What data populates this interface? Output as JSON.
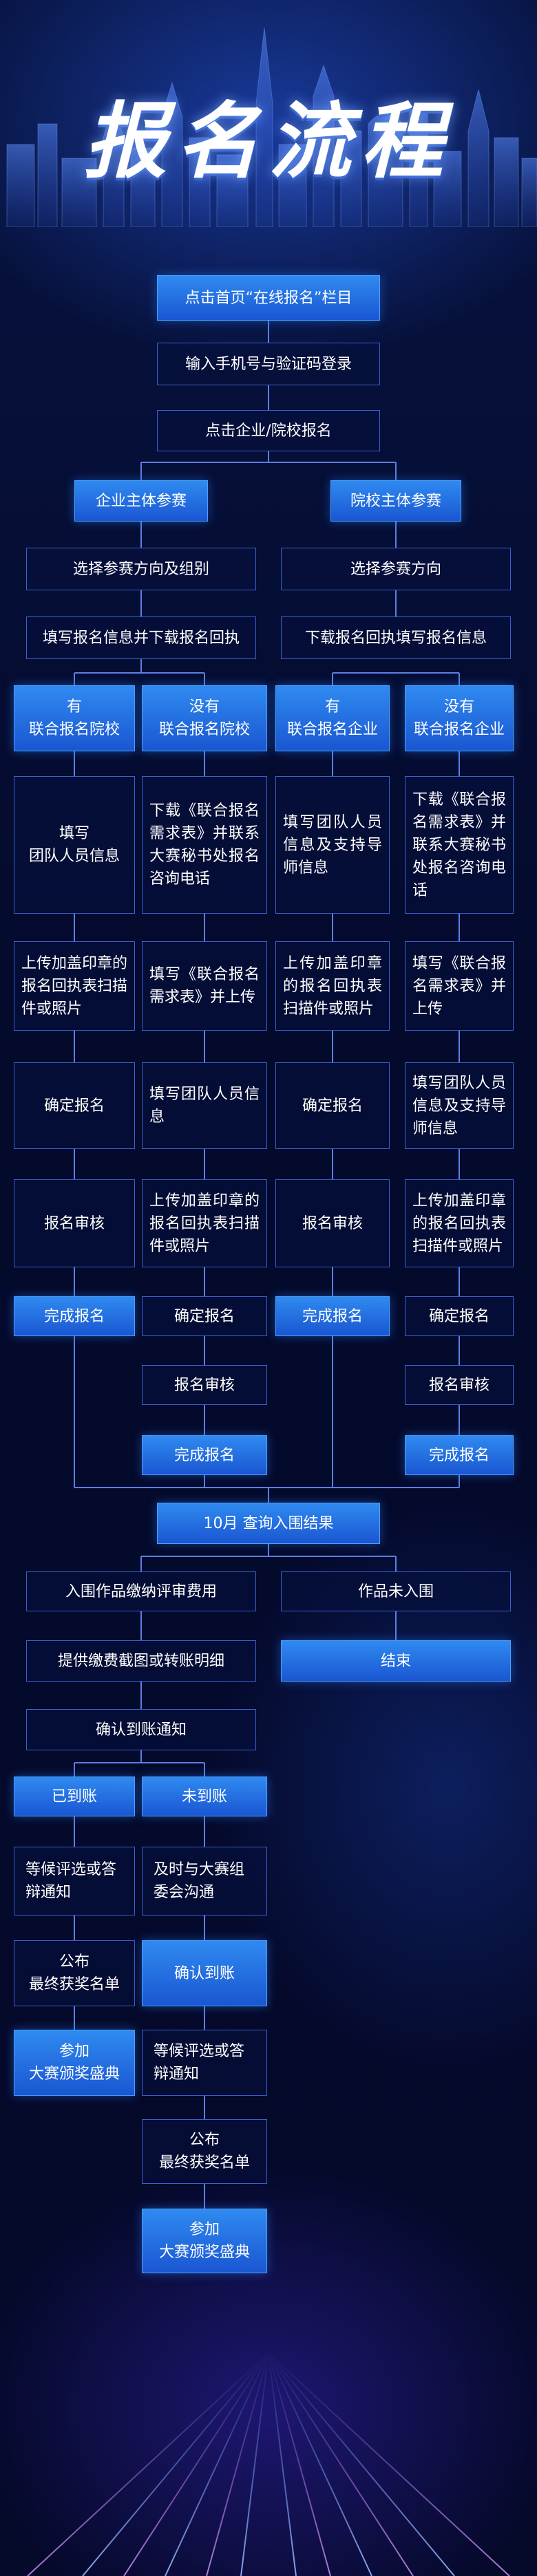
{
  "title": "报名流程",
  "colors": {
    "background": "#050b2e",
    "filled_box": "#1f68dc",
    "outline": "#3a5fd0",
    "connector": "#5a7fe6",
    "text": "#ffffff"
  },
  "steps": {
    "s1": "点击首页“在线报名”栏目",
    "s2": "输入手机号与验证码登录",
    "s3": "点击企业/院校报名",
    "ent": "企业主体参赛",
    "sch": "院校主体参赛",
    "ent_choose": "选择参赛方向及组别",
    "sch_choose": "选择参赛方向",
    "ent_fill": "填写报名信息并下载报名回执",
    "sch_fill": "下载报名回执填写报名信息",
    "a_head": "有\n联合报名院校",
    "b_head": "没有\n联合报名院校",
    "c_head": "有\n联合报名企业",
    "d_head": "没有\n联合报名企业",
    "a_r1": "填写\n团队人员信息",
    "b_r1": "下载《联合报名需求表》并联系大赛秘书处报名咨询电话",
    "c_r1": "填写团队人员信息及支持导师信息",
    "d_r1": "下载《联合报名需求表》并联系大赛秘书处报名咨询电话",
    "a_r2": "上传加盖印章的报名回执表扫描件或照片",
    "b_r2": "填写《联合报名需求表》并上传",
    "c_r2": "上传加盖印章的报名回执表扫描件或照片",
    "d_r2": "填写《联合报名需求表》并上传",
    "a_r3": "确定报名",
    "b_r3": "填写团队人员信息",
    "c_r3": "确定报名",
    "d_r3": "填写团队人员信息及支持导师信息",
    "a_r4": "报名审核",
    "b_r4": "上传加盖印章的报名回执表扫描件或照片",
    "c_r4": "报名审核",
    "d_r4": "上传加盖印章的报名回执表扫描件或照片",
    "a_r5": "完成报名",
    "b_r5": "确定报名",
    "c_r5": "完成报名",
    "d_r5": "确定报名",
    "b_r6": "报名审核",
    "d_r6": "报名审核",
    "b_r7": "完成报名",
    "d_r7": "完成报名",
    "result": "10月 查询入围结果",
    "in_fee": "入围作品缴纳评审费用",
    "not_in": "作品未入围",
    "proof": "提供缴费截图或转账明细",
    "end": "结束",
    "confirm_notice": "确认到账通知",
    "paid": "已到账",
    "unpaid": "未到账",
    "wait1": "等候评选或答辩通知",
    "contact": "及时与大赛组委会沟通",
    "pub1": "公布\n最终获奖名单",
    "confirm_paid": "确认到账",
    "attend1": "参加\n大赛颁奖盛典",
    "wait2": "等候评选或答辩通知",
    "pub2": "公布\n最终获奖名单",
    "attend2": "参加\n大赛颁奖盛典"
  }
}
